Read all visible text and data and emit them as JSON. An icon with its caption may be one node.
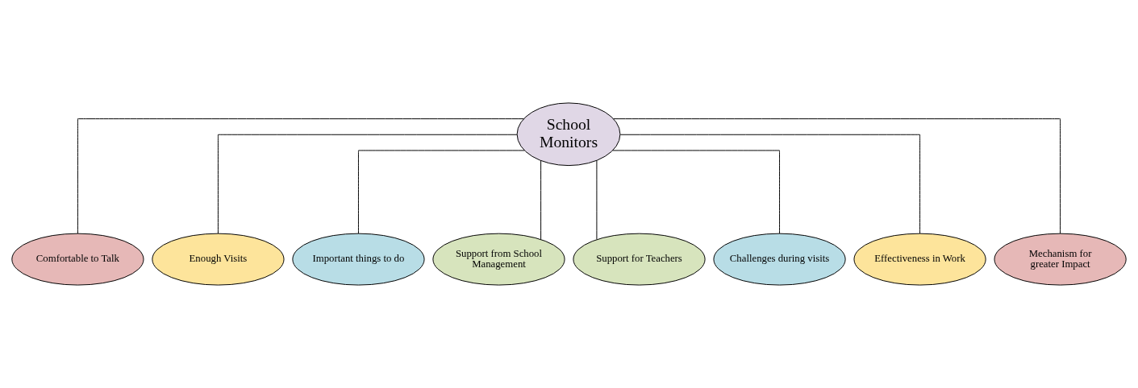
{
  "diagram": {
    "nodes": [
      {
        "text": [
          "School Monitors"
        ]
      },
      {
        "text": [
          "Comfortable to Talk"
        ]
      },
      {
        "text": [
          "Enough Visits"
        ]
      },
      {
        "text": [
          "Important things to do"
        ]
      },
      {
        "text": [
          "Support from School Management"
        ]
      },
      {
        "text": [
          "Support for Teachers"
        ]
      },
      {
        "text": [
          "Challenges during visits"
        ]
      },
      {
        "text": [
          "Effectiveness in Work"
        ]
      },
      {
        "text": [
          "Mechanism for greater Impact"
        ]
      }
    ],
    "edges": [
      {
        "from": 0,
        "to": 1,
        "arrow": "none"
      },
      {
        "from": 0,
        "to": 2,
        "arrow": "none"
      },
      {
        "from": 0,
        "to": 3,
        "arrow": "none"
      },
      {
        "from": 0,
        "to": 4,
        "arrow": "none"
      },
      {
        "from": 0,
        "to": 5,
        "arrow": "none"
      },
      {
        "from": 0,
        "to": 6,
        "arrow": "none"
      },
      {
        "from": 0,
        "to": 7,
        "arrow": "none"
      },
      {
        "from": 0,
        "to": 8,
        "arrow": "none"
      }
    ]
  }
}
